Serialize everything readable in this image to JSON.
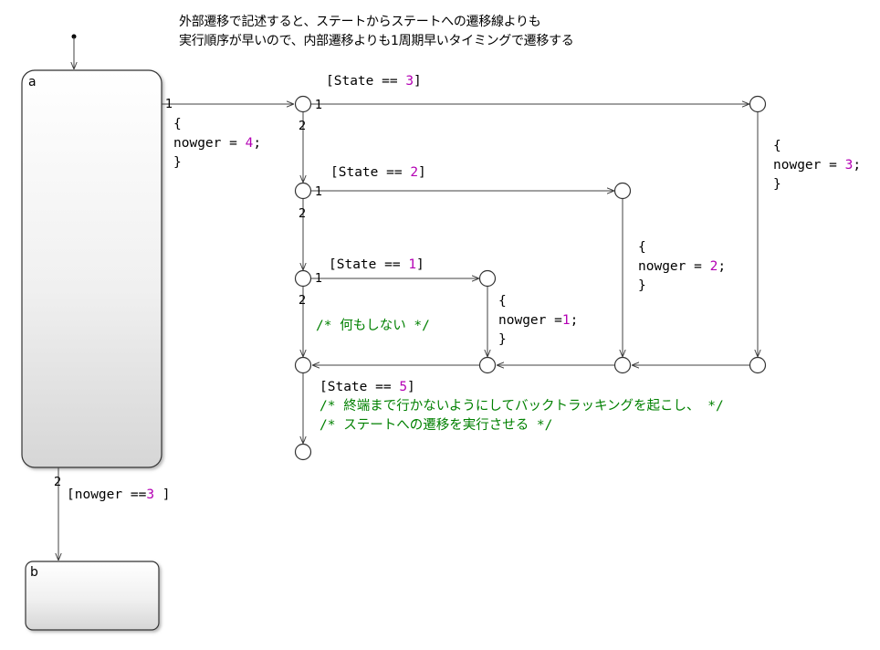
{
  "note": {
    "line1": "外部遷移で記述すると、ステートからステートへの遷移線よりも",
    "line2": "実行順序が早いので、内部遷移よりも1周期早いタイミングで遷移する"
  },
  "states": {
    "a": "a",
    "b": "b"
  },
  "priorities": {
    "a_to_j1": "1",
    "j1_to_j4": "1",
    "j1_to_j2": "2",
    "j2_to_j5": "1",
    "j2_to_j3": "2",
    "j3_to_j6": "1",
    "j3_to_j7": "2",
    "a_to_b": "2"
  },
  "labels": {
    "a_action_open": "{",
    "a_action_var": "nowger = ",
    "a_action_val": "4",
    "a_action_end": ";",
    "a_action_close": "}",
    "cond3_pre": "[State == ",
    "cond3_val": "3",
    "cond3_post": "]",
    "cond2_pre": "[State == ",
    "cond2_val": "2",
    "cond2_post": "]",
    "cond1_pre": "[State == ",
    "cond1_val": "1",
    "cond1_post": "]",
    "act3_open": "{",
    "act3_var": "nowger = ",
    "act3_val": "3",
    "act3_end": ";",
    "act3_close": "}",
    "act2_open": "{",
    "act2_var": "nowger = ",
    "act2_val": "2",
    "act2_end": ";",
    "act2_close": "}",
    "act1_open": "{",
    "act1_var": "nowger =",
    "act1_val": "1",
    "act1_end": ";",
    "act1_close": "}",
    "nothing_comment": "/* 何もしない */",
    "cond5_pre": "[State == ",
    "cond5_val": "5",
    "cond5_post": "]",
    "comment_a": "/* 終端まで行かないようにしてバックトラッキングを起こし、 */",
    "comment_b": "/* ステートへの遷移を実行させる */",
    "guard_b_pre": "[nowger ==",
    "guard_b_val": "3",
    "guard_b_post": " ]"
  },
  "colors": {
    "number": "#b400b4",
    "comment": "#008000",
    "line": "#404040"
  }
}
